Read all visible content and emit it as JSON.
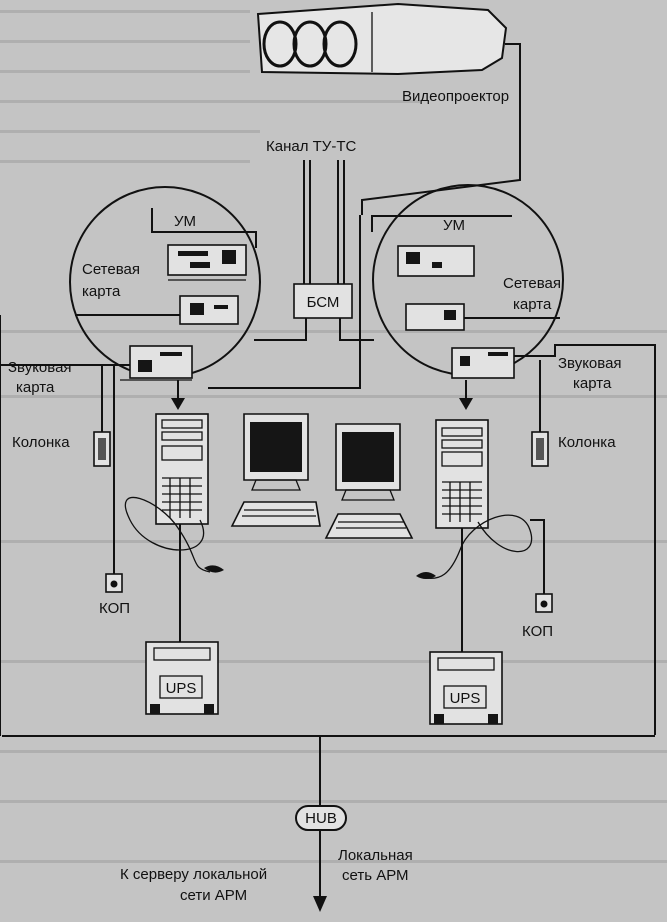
{
  "labels": {
    "projector": "Видеопроектор",
    "channel": "Канал ТУ-ТС",
    "um_left": "УМ",
    "um_right": "УМ",
    "network_card_left": [
      "Сетевая",
      "карта"
    ],
    "network_card_right": [
      "Сетевая",
      "карта"
    ],
    "bsm": "БСМ",
    "sound_card_left": [
      "Звуковая",
      "карта"
    ],
    "sound_card_right": [
      "Звуковая",
      "карта"
    ],
    "speaker_left": "Колонка",
    "speaker_right": "Колонка",
    "kop_left": "КОП",
    "kop_right": "КОП",
    "ups_left": "UPS",
    "ups_right": "UPS",
    "hub": "HUB",
    "to_server": [
      "К серверу локальной",
      "сети АРМ"
    ],
    "local_net": [
      "Локальная",
      "сеть АРМ"
    ]
  },
  "colors": {
    "background": "#c4c4c4",
    "ink": "#111111"
  }
}
